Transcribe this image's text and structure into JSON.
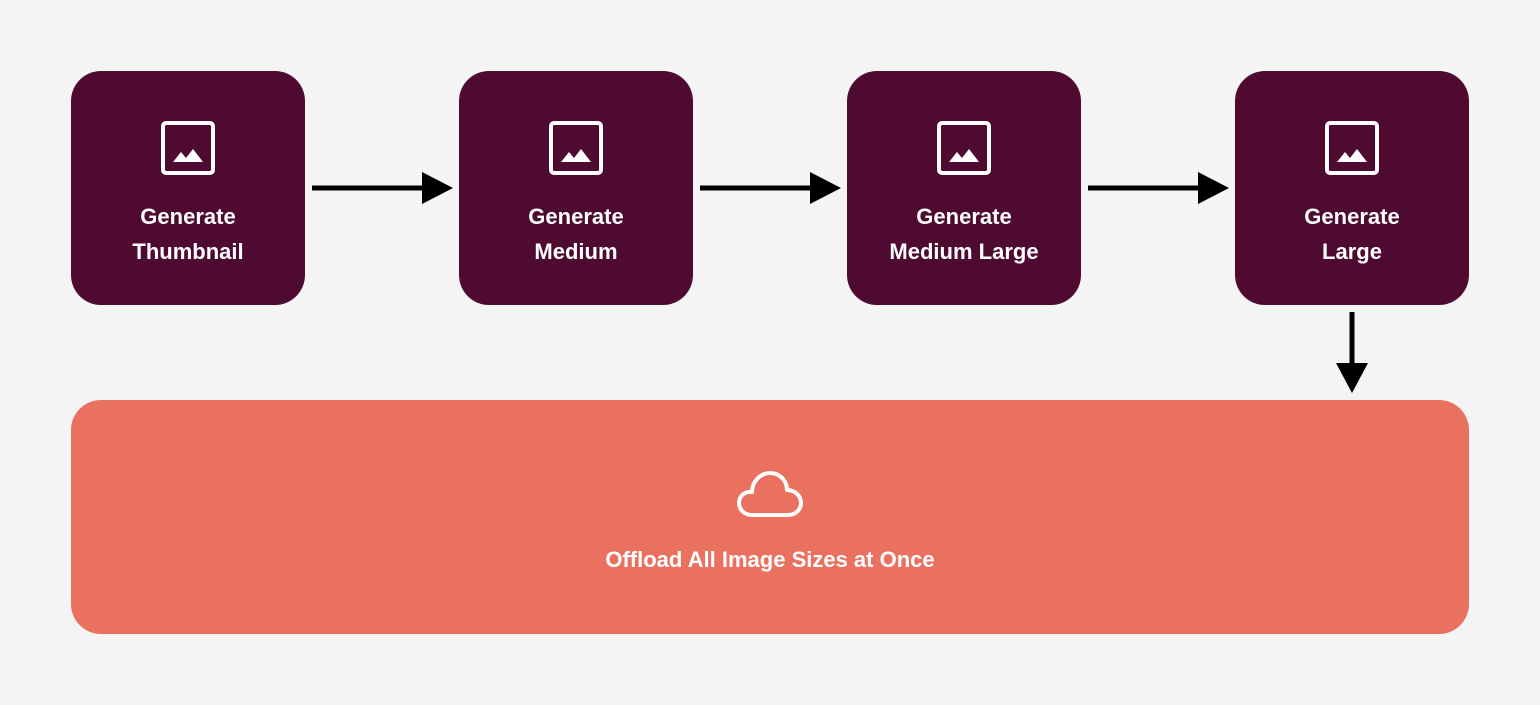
{
  "colors": {
    "background": "#f4f4f4",
    "step_box": "#4f0a32",
    "offload_box": "#ea7160",
    "text": "#ffffff",
    "arrow": "#000000"
  },
  "steps": [
    {
      "line1": "Generate",
      "line2": "Thumbnail",
      "icon": "image-icon"
    },
    {
      "line1": "Generate",
      "line2": "Medium",
      "icon": "image-icon"
    },
    {
      "line1": "Generate",
      "line2": "Medium Large",
      "icon": "image-icon"
    },
    {
      "line1": "Generate",
      "line2": "Large",
      "icon": "image-icon"
    }
  ],
  "offload": {
    "label": "Offload All Image Sizes at Once",
    "icon": "cloud-icon"
  }
}
